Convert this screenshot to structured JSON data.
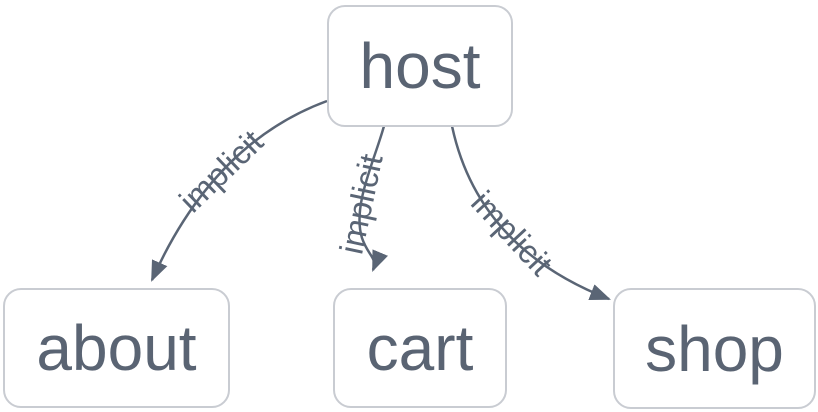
{
  "diagram": {
    "type": "graph",
    "direction": "top-down",
    "nodes": [
      {
        "id": "host",
        "label": "host"
      },
      {
        "id": "about",
        "label": "about"
      },
      {
        "id": "cart",
        "label": "cart"
      },
      {
        "id": "shop",
        "label": "shop"
      }
    ],
    "edges": [
      {
        "from": "host",
        "to": "about",
        "label": "implicit",
        "arrow": "filled-triangle"
      },
      {
        "from": "host",
        "to": "cart",
        "label": "implicit",
        "arrow": "filled-triangle"
      },
      {
        "from": "host",
        "to": "shop",
        "label": "implicit",
        "arrow": "filled-triangle"
      }
    ],
    "colors": {
      "background": "#ffffff",
      "node_fill": "#ffffff",
      "node_border": "#c9ccd2",
      "node_text": "#5a6473",
      "edge_stroke": "#5a6575",
      "edge_label_text": "#5a6575"
    }
  }
}
